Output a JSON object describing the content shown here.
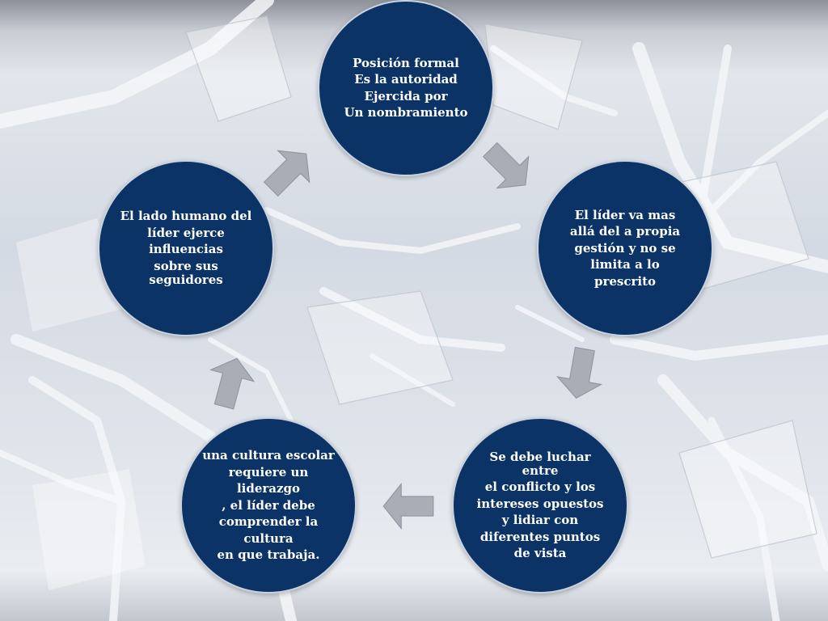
{
  "diagram": {
    "nodes": [
      {
        "id": "top",
        "lines": [
          "Posición formal",
          "Es la autoridad",
          "Ejercida por",
          "Un nombramiento"
        ]
      },
      {
        "id": "right",
        "lines": [
          "El líder va mas",
          "allá del a propia",
          "gestión y no se",
          "limita a lo",
          "prescrito"
        ]
      },
      {
        "id": "bottom-right",
        "lines": [
          "Se debe luchar entre",
          "el conflicto y los",
          "intereses opuestos",
          "y lidiar con",
          "diferentes puntos",
          "de vista"
        ]
      },
      {
        "id": "bottom-left",
        "lines": [
          "una cultura escolar",
          "requiere un",
          "liderazgo",
          ", el líder debe",
          "comprender la",
          "cultura",
          "en que trabaja."
        ]
      },
      {
        "id": "left",
        "lines": [
          "El lado humano del",
          "líder ejerce",
          "influencias",
          "sobre sus seguidores"
        ]
      }
    ],
    "colors": {
      "node_fill": "#0b3366",
      "node_text": "#ffffff",
      "arrow_fill": "#a9adb6"
    }
  }
}
